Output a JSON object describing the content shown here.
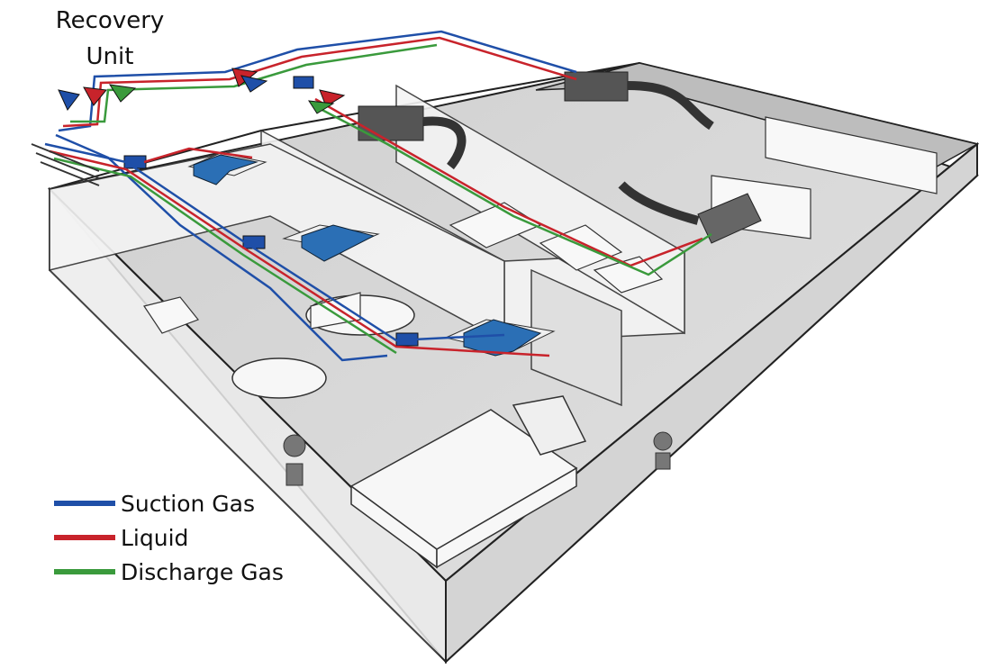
{
  "title": {
    "line1": "Recovery",
    "line2": "Unit"
  },
  "legend": [
    {
      "label": "Suction Gas",
      "color": "#1f4fa8"
    },
    {
      "label": "Liquid",
      "color": "#c8232b"
    },
    {
      "label": "Discharge Gas",
      "color": "#3a9a3c"
    }
  ],
  "colors": {
    "suction": "#1f4fa8",
    "liquid": "#c8232b",
    "discharge": "#3a9a3c",
    "floor": "#d9d9d9",
    "wall": "#e9e9e9",
    "unit_blue": "#2b6fb5",
    "outline": "#222222"
  },
  "icons": [
    "valve-triangle-icon",
    "branch-box-icon",
    "cassette-unit-icon",
    "ducted-unit-icon",
    "plant-icon",
    "chair-icon"
  ]
}
